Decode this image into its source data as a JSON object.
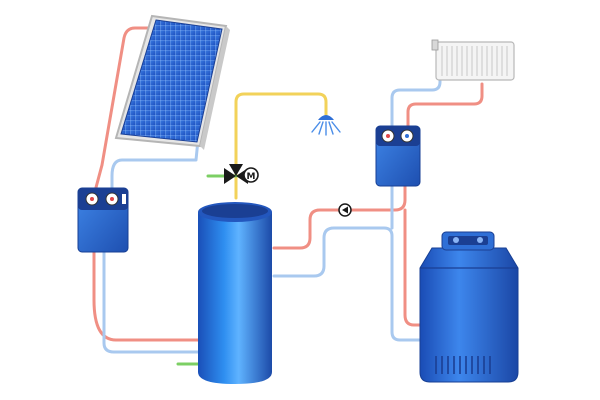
{
  "diagram": {
    "components": [
      {
        "id": "solar-collector",
        "icon": "solar-panel-icon"
      },
      {
        "id": "solar-pump-station",
        "icon": "pump-station-icon"
      },
      {
        "id": "storage-tank",
        "icon": "cylinder-tank-icon"
      },
      {
        "id": "mixing-valve",
        "icon": "motorized-valve-icon",
        "marking": "M"
      },
      {
        "id": "shower-head",
        "icon": "shower-icon"
      },
      {
        "id": "radiator",
        "icon": "radiator-icon"
      },
      {
        "id": "heating-pump-station",
        "icon": "pump-station-icon"
      },
      {
        "id": "circulation-pump",
        "icon": "pump-icon"
      },
      {
        "id": "boiler",
        "icon": "boiler-icon"
      }
    ],
    "pipes": {
      "hot": "#f08f84",
      "cold": "#a9c9ef",
      "domestic_hot": "#f2d25a",
      "cold_inlet": "#7ccf64"
    },
    "colors": {
      "equipment_blue": "#2f6fd6",
      "equipment_dark": "#1b3f93",
      "panel_blue": "#2c63cf",
      "valve_black": "#1a1a1a"
    }
  }
}
